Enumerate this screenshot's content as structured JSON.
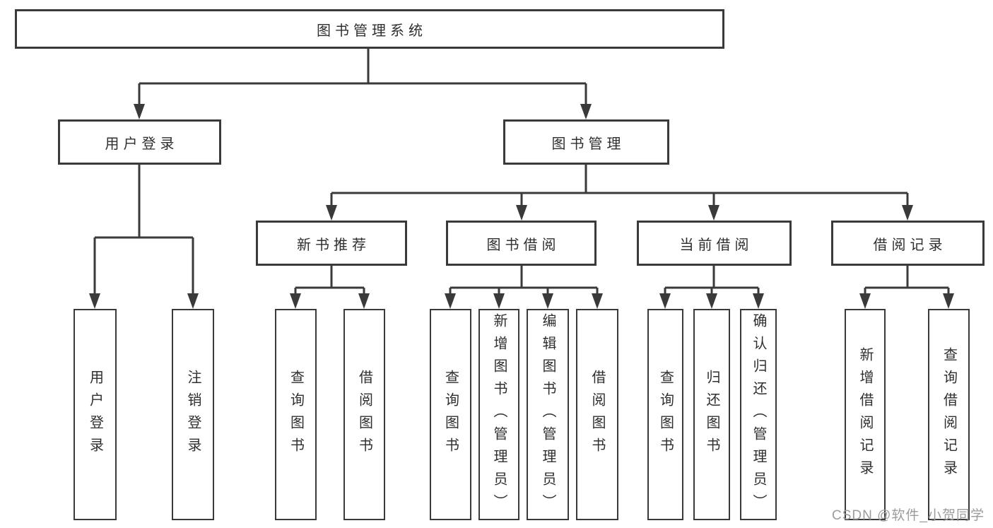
{
  "colors": {
    "line": "#3a3a3a",
    "text": "#2f2f2f",
    "watermark": "#9c9c9c",
    "background": "#ffffff"
  },
  "diagram": {
    "root": {
      "label": "图书管理系统"
    },
    "level2": [
      {
        "label": "用户登录"
      },
      {
        "label": "图书管理"
      }
    ],
    "level3": [
      {
        "label": "新书推荐"
      },
      {
        "label": "图书借阅"
      },
      {
        "label": "当前借阅"
      },
      {
        "label": "借阅记录"
      }
    ],
    "leaves": [
      {
        "label": "用户登录"
      },
      {
        "label": "注销登录"
      },
      {
        "label": "查询图书"
      },
      {
        "label": "借阅图书"
      },
      {
        "label": "查询图书"
      },
      {
        "label": "新增图书（管理员）"
      },
      {
        "label": "编辑图书（管理员）"
      },
      {
        "label": "借阅图书"
      },
      {
        "label": "查询图书"
      },
      {
        "label": "归还图书"
      },
      {
        "label": "确认归还（管理员）"
      },
      {
        "label": "新增借阅记录"
      },
      {
        "label": "查询借阅记录"
      }
    ]
  },
  "watermark": {
    "text": "CSDN @软件_小贺同学"
  }
}
